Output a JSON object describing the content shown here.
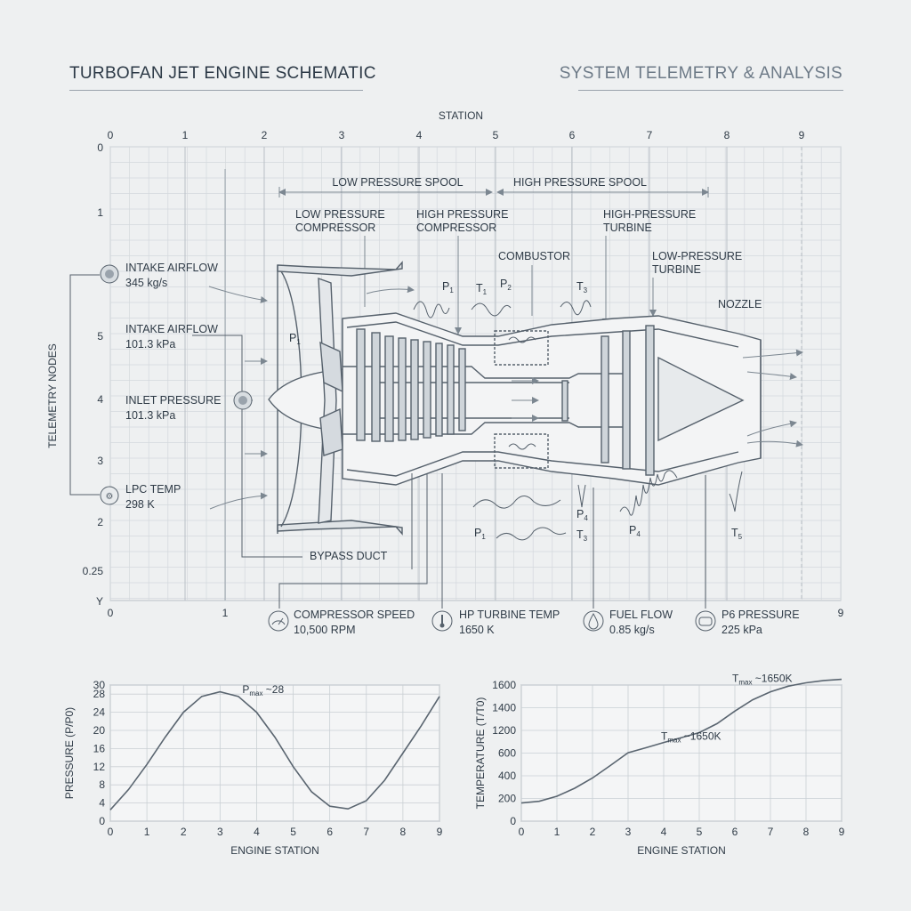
{
  "header": {
    "title": "TURBOFAN JET ENGINE SCHEMATIC",
    "subtitle": "SYSTEM TELEMETRY & ANALYSIS"
  },
  "diagram": {
    "station_axis_title": "STATION",
    "station_ticks": [
      "0",
      "1",
      "2",
      "3",
      "4",
      "5",
      "6",
      "7",
      "8",
      "9"
    ],
    "y_axis_title": "TELEMETRY NODES",
    "y_ticks": [
      "0",
      "1",
      "5",
      "4",
      "3",
      "2",
      "0.25",
      "Y"
    ],
    "bottom_ticks": [
      "0",
      "1",
      "9"
    ],
    "spools": {
      "low": "LOW PRESSURE SPOOL",
      "high": "HIGH PRESSURE SPOOL"
    },
    "components": {
      "lpc": [
        "LOW PRESSURE",
        "COMPRESSOR"
      ],
      "hpc": [
        "HIGH PRESSURE",
        "COMPRESSOR"
      ],
      "combustor": "COMBUSTOR",
      "hpt": [
        "HIGH-PRESSURE",
        "TURBINE"
      ],
      "lpt": [
        "LOW-PRESSURE",
        "TURBINE"
      ],
      "nozzle": "NOZZLE",
      "bypass": "BYPASS DUCT"
    },
    "telemetry_left": [
      {
        "name": "INTAKE AIRFLOW",
        "value": "345 kg/s"
      },
      {
        "name": "INTAKE AIRFLOW",
        "value": "101.3 kPa"
      },
      {
        "name": "INLET PRESSURE",
        "value": "101.3 kPa"
      },
      {
        "name": "LPC TEMP",
        "value": "298 K"
      }
    ],
    "telemetry_bottom": [
      {
        "name": "COMPRESSOR SPEED",
        "value": "10,500 RPM",
        "icon": "gauge-icon"
      },
      {
        "name": "HP TURBINE TEMP",
        "value": "1650 K",
        "icon": "thermometer-icon"
      },
      {
        "name": "FUEL FLOW",
        "value": "0.85 kg/s",
        "icon": "fuel-drop-icon"
      },
      {
        "name": "P6 PRESSURE",
        "value": "225 kPa",
        "icon": "pressure-gauge-icon"
      }
    ],
    "probe_labels": {
      "p1_top": {
        "base": "P",
        "sub": "1"
      },
      "t1_top": {
        "base": "T",
        "sub": "1"
      },
      "p2_top": {
        "base": "P",
        "sub": "2"
      },
      "t3_top": {
        "base": "T",
        "sub": "3"
      },
      "p1_inlet": {
        "base": "P",
        "sub": "1"
      },
      "p4_bot": {
        "base": "P",
        "sub": "4"
      },
      "t3_bot": {
        "base": "T",
        "sub": "3"
      },
      "p1_bot": {
        "base": "P",
        "sub": "1"
      },
      "p4_bot2": {
        "base": "P",
        "sub": "4"
      },
      "t5_bot": {
        "base": "T",
        "sub": "5"
      }
    }
  },
  "chart_data": [
    {
      "type": "line",
      "title": "",
      "xlabel": "ENGINE STATION",
      "ylabel": "PRESSURE (P/P0)",
      "x": [
        0,
        0.5,
        1,
        1.5,
        2,
        2.5,
        3,
        3.5,
        4,
        4.5,
        5,
        5.5,
        6,
        6.5,
        7,
        7.5,
        8,
        8.5,
        9
      ],
      "y": [
        2.5,
        7,
        12.5,
        18.5,
        24,
        27.5,
        28.5,
        27.5,
        24,
        18.5,
        12,
        6.5,
        3.3,
        2.7,
        4.5,
        9,
        15,
        21,
        27.5
      ],
      "xlim": [
        0,
        9
      ],
      "ylim": [
        0,
        30
      ],
      "yticks": [
        0,
        4,
        8,
        12,
        16,
        20,
        24,
        28,
        30
      ],
      "xticks": [
        0,
        1,
        2,
        3,
        4,
        5,
        6,
        7,
        8,
        9
      ],
      "grid": true,
      "annotation": {
        "base": "P",
        "sub": "max",
        "text": " ~28",
        "x": 3,
        "y": 29
      }
    },
    {
      "type": "line",
      "title": "",
      "xlabel": "ENGINE STATION",
      "ylabel": "TEMPERATURE (T/T0)",
      "x": [
        0,
        0.5,
        1,
        1.5,
        2,
        2.5,
        3,
        3.5,
        4,
        4.5,
        5,
        5.5,
        6,
        6.5,
        7,
        7.5,
        8,
        8.5,
        9
      ],
      "y": [
        160,
        175,
        220,
        290,
        380,
        490,
        610,
        740,
        880,
        1010,
        1140,
        1260,
        1370,
        1470,
        1540,
        1590,
        1620,
        1640,
        1650
      ],
      "xlim": [
        0,
        9
      ],
      "ylim": [
        0,
        1600
      ],
      "yticks": [
        0,
        200,
        400,
        600,
        1200,
        1400,
        1600
      ],
      "xticks": [
        0,
        1,
        2,
        3,
        4,
        5,
        6,
        7,
        8,
        9
      ],
      "grid": true,
      "annotations": [
        {
          "base": "T",
          "sub": "max",
          "text": " ~1650K",
          "x": 5.3,
          "y": 1660
        },
        {
          "base": "T",
          "sub": "max",
          "text": " ~1650K",
          "x": 3.3,
          "y": 1050
        }
      ]
    }
  ]
}
